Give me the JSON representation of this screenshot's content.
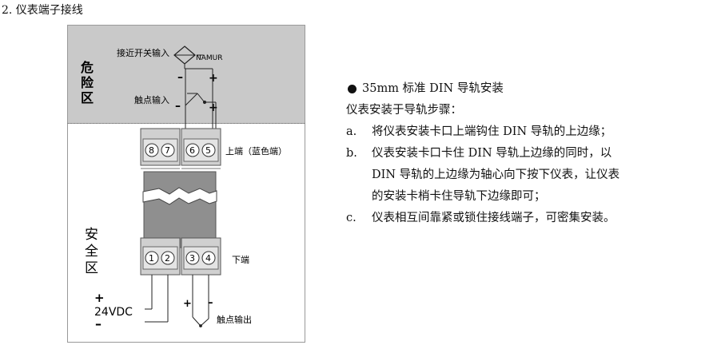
{
  "section_title": "2. 仪表端子接线",
  "diagram": {
    "hazard_zone_label": [
      "危",
      "险",
      "区"
    ],
    "safe_zone_label": [
      "安",
      "全",
      "区"
    ],
    "proximity_input_label": "接近开关输入",
    "namur_label": "NAMUR",
    "contact_input_label": "触点输入",
    "minus_sign": "–",
    "plus_sign": "+",
    "upper_terminals": [
      "8",
      "7",
      "6",
      "5"
    ],
    "upper_terminal_label": "上端（蓝色端）",
    "lower_terminals": [
      "1",
      "2",
      "3",
      "4"
    ],
    "lower_terminal_label": "下端",
    "supply_label": "24VDC",
    "contact_output_label": "触点输出",
    "colors": {
      "hazard_bg": "#c9c9c9",
      "safe_bg": "#ffffff",
      "terminal_fill": "#d0d0d0",
      "rail_fill": "#8f8f8f"
    }
  },
  "text": {
    "heading": "35mm 标准 DIN 导轨安装",
    "intro": "仪表安装于导轨步骤：",
    "steps": [
      {
        "letter": "a.",
        "lines": [
          "将仪表安装卡口上端钩住 DIN  导轨的上边缘；"
        ]
      },
      {
        "letter": "b.",
        "lines": [
          "仪表安装卡口卡住  DIN  导轨上边缘的同时，以",
          "DIN 导轨的上边缘为轴心向下按下仪表，让仪表",
          "的安装卡梢卡住导轨下边缘即可；"
        ]
      },
      {
        "letter": "c.",
        "lines": [
          "仪表相互间靠紧或锁住接线端子，可密集安装。"
        ]
      }
    ]
  }
}
